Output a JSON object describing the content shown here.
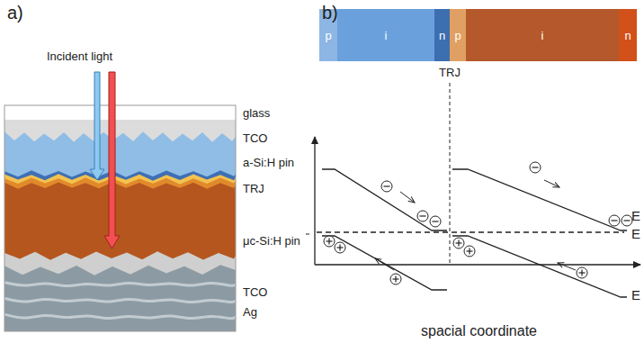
{
  "diagram": {
    "nodes": [
      {
        "text": [
          "p"
        ]
      },
      {
        "text": [
          "i"
        ]
      },
      {
        "text": [
          "n"
        ]
      },
      {
        "text": [
          "p"
        ]
      },
      {
        "text": [
          "i"
        ]
      },
      {
        "text": [
          "n"
        ]
      }
    ],
    "labels": [
      "a)",
      "b)",
      "Incident light",
      "glass",
      "TCO",
      "a-Si:H pin",
      "TRJ",
      "μc-Si:H pin",
      "TCO",
      "Ag",
      "TRJ",
      "E",
      "E",
      "E",
      "spacial coordinate"
    ]
  }
}
